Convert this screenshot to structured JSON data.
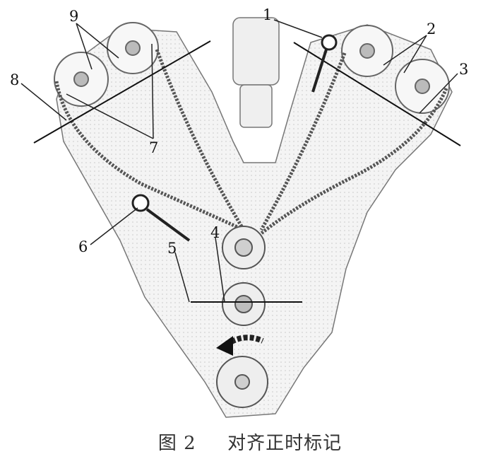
{
  "figure": {
    "callouts": [
      "1",
      "2",
      "3",
      "4",
      "5",
      "6",
      "7",
      "8",
      "9"
    ],
    "caption_label": "图 2",
    "caption_text": "对齐正时标记"
  }
}
